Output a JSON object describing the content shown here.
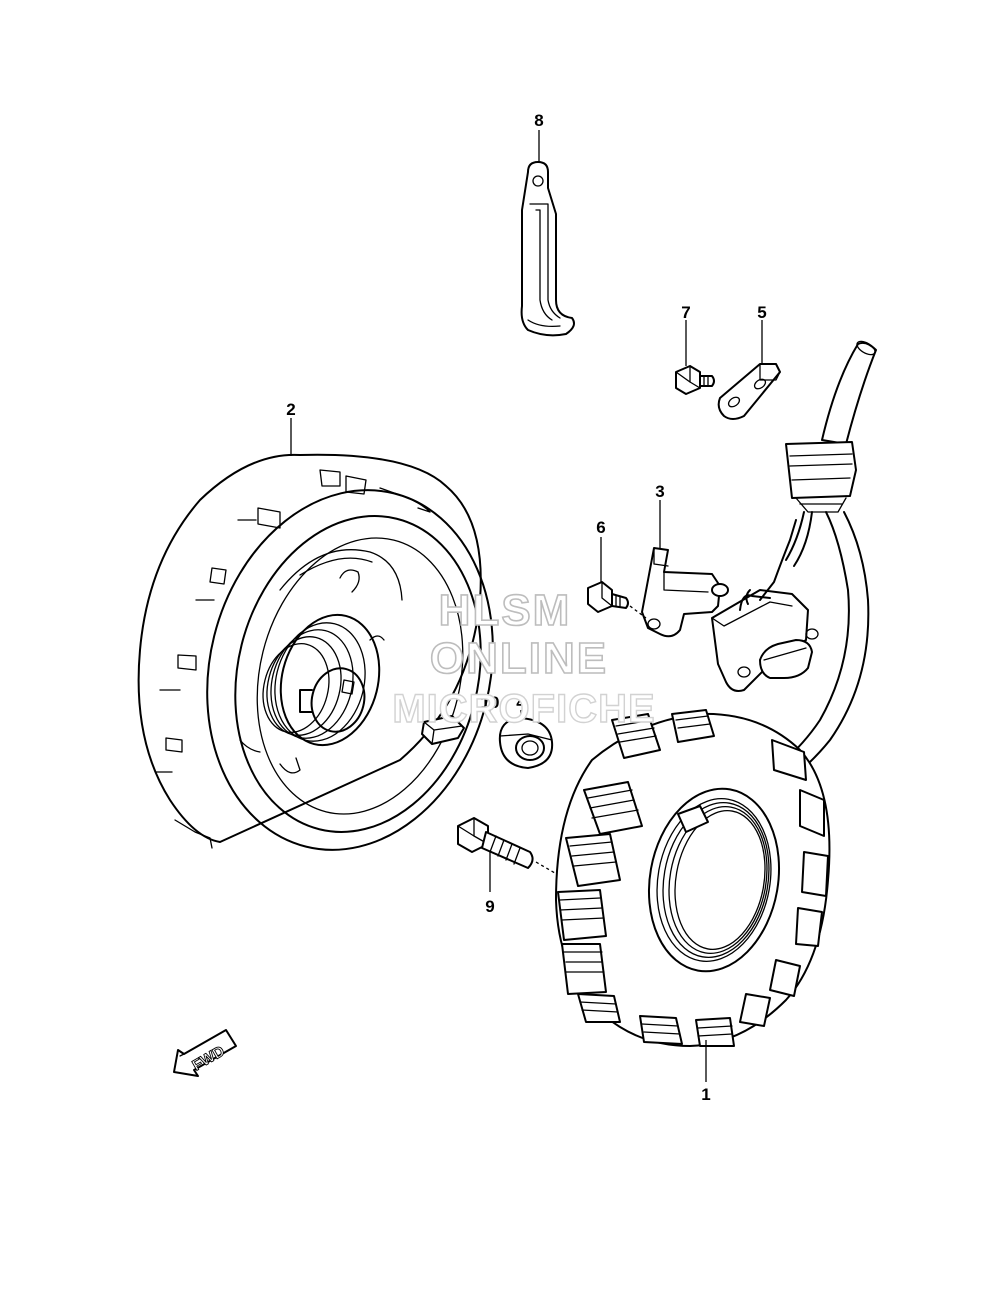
{
  "callouts": [
    {
      "number": "8"
    },
    {
      "number": "7"
    },
    {
      "number": "5"
    },
    {
      "number": "2"
    },
    {
      "number": "3"
    },
    {
      "number": "6"
    },
    {
      "number": "10"
    },
    {
      "number": "4"
    },
    {
      "number": "9"
    },
    {
      "number": "1"
    }
  ],
  "watermark": {
    "line1": "HLSM",
    "line2": "ONLINE",
    "line3": "MICROFICHE"
  },
  "direction_arrow": {
    "label": "FWD"
  }
}
